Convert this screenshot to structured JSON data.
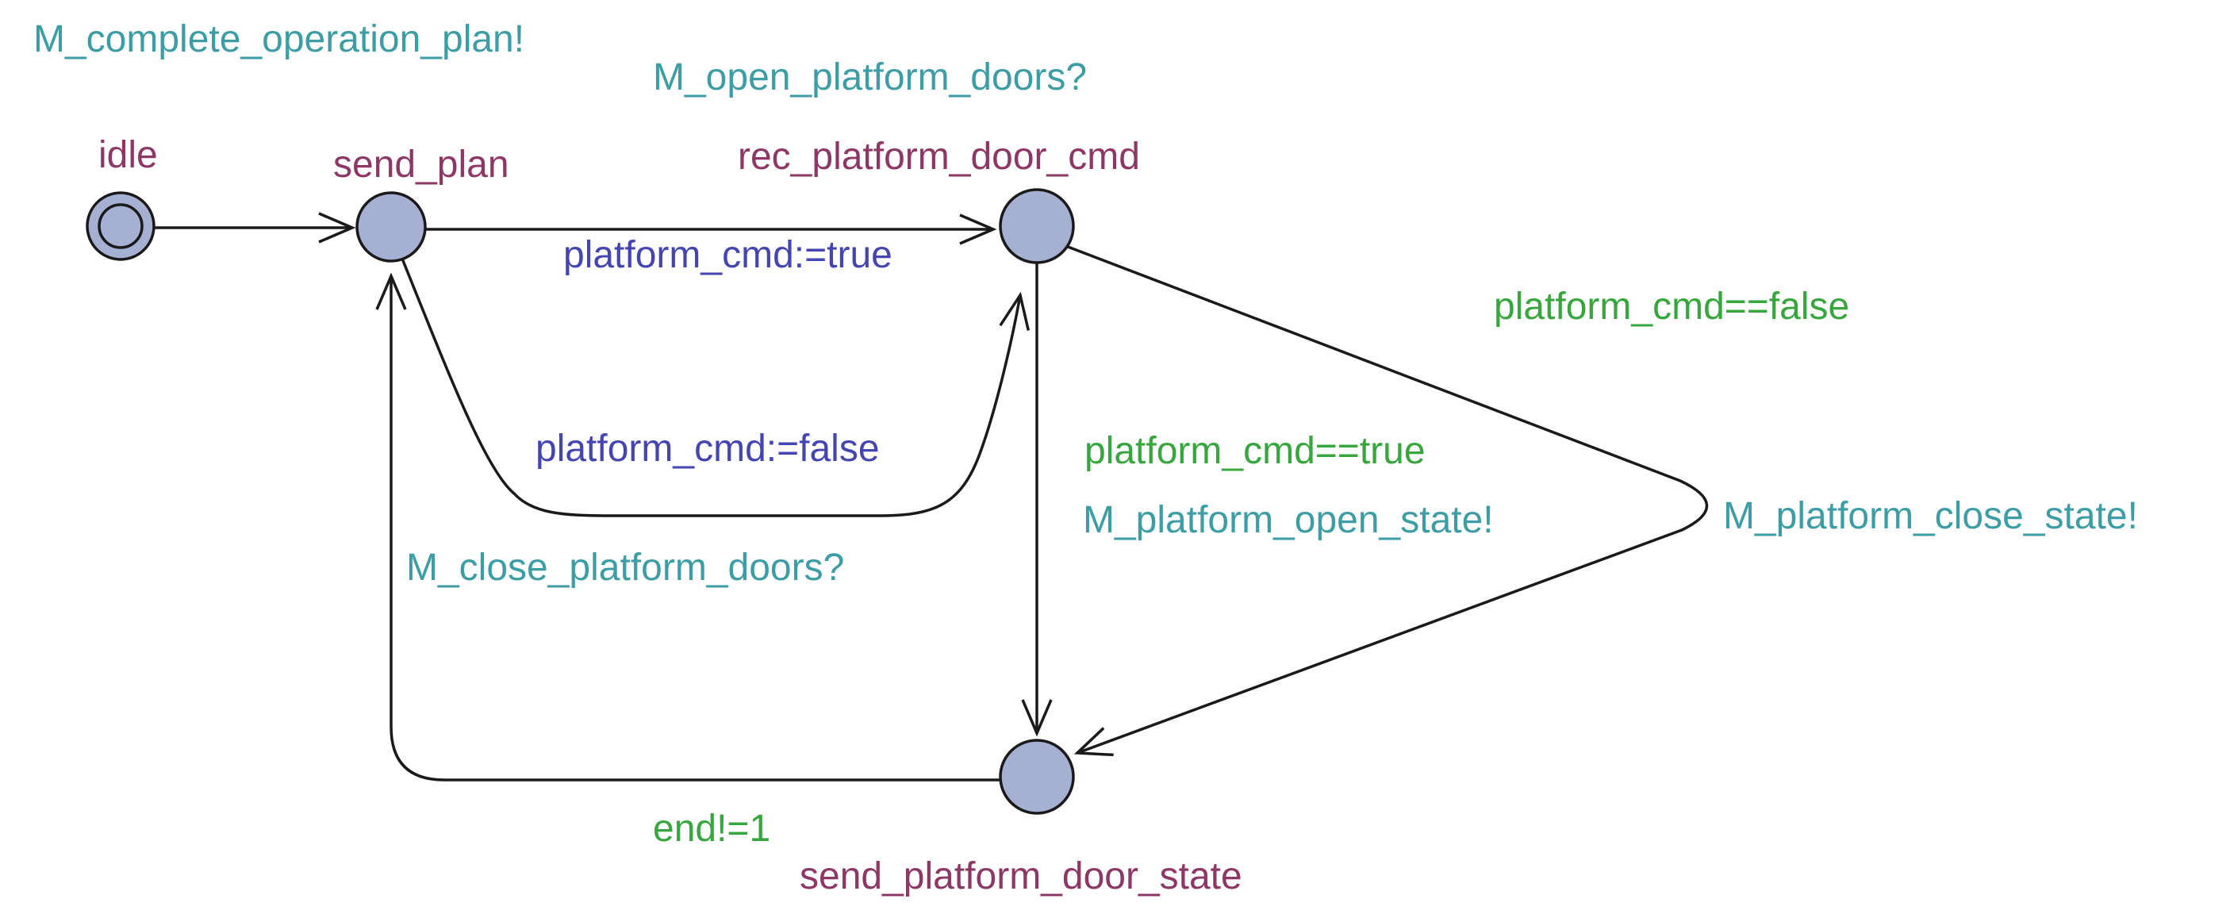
{
  "diagram": {
    "kind": "uppaal-timed-automaton",
    "locations": [
      {
        "name": "idle",
        "initial": true
      },
      {
        "name": "send_plan",
        "initial": false
      },
      {
        "name": "rec_platform_door_cmd",
        "initial": false
      },
      {
        "name": "send_platform_door_state",
        "initial": false
      }
    ],
    "labels": [
      {
        "text": "M_complete_operation_plan!",
        "role": "sync"
      },
      {
        "text": "M_open_platform_doors?",
        "role": "sync"
      },
      {
        "text": "platform_cmd:=true",
        "role": "update"
      },
      {
        "text": "platform_cmd:=false",
        "role": "update"
      },
      {
        "text": "M_close_platform_doors?",
        "role": "sync"
      },
      {
        "text": "platform_cmd==true",
        "role": "guard"
      },
      {
        "text": "M_platform_open_state!",
        "role": "sync"
      },
      {
        "text": "platform_cmd==false",
        "role": "guard"
      },
      {
        "text": "M_platform_close_state!",
        "role": "sync"
      },
      {
        "text": "end!=1",
        "role": "guard"
      }
    ],
    "edges": [
      {
        "from": "idle",
        "to": "send_plan",
        "sync": "M_complete_operation_plan!"
      },
      {
        "from": "send_plan",
        "to": "rec_platform_door_cmd",
        "sync": "M_open_platform_doors?",
        "update": "platform_cmd:=true"
      },
      {
        "from": "send_plan",
        "to": "rec_platform_door_cmd",
        "update": "platform_cmd:=false"
      },
      {
        "from": "rec_platform_door_cmd",
        "to": "send_platform_door_state",
        "guard": "platform_cmd==true",
        "sync": "M_platform_open_state!"
      },
      {
        "from": "rec_platform_door_cmd",
        "to": "send_platform_door_state",
        "guard": "platform_cmd==false",
        "sync": "M_platform_close_state!"
      },
      {
        "from": "send_platform_door_state",
        "to": "send_plan",
        "guard": "end!=1",
        "sync": "M_close_platform_doors?"
      }
    ],
    "colors": {
      "sync": "#3d9da4",
      "guard": "#38a63e",
      "update": "#4545b2",
      "locname": "#8d3764",
      "nodefill": "#a6b0d2",
      "stroke": "#1a1a1a"
    }
  }
}
